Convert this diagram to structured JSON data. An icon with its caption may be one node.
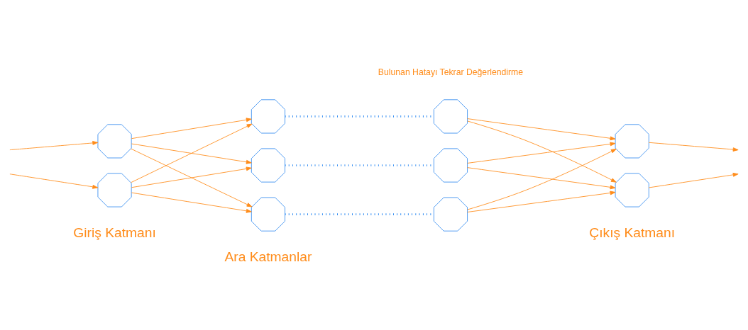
{
  "diagram": {
    "nodes": [
      {
        "text": [],
        "shape": "octagon"
      },
      {
        "text": [],
        "shape": "octagon"
      },
      {
        "text": [],
        "shape": "octagon"
      },
      {
        "text": [],
        "shape": "octagon"
      },
      {
        "text": [],
        "shape": "octagon"
      },
      {
        "text": [],
        "shape": "octagon"
      },
      {
        "text": [],
        "shape": "octagon"
      },
      {
        "text": [],
        "shape": "octagon"
      },
      {
        "text": [],
        "shape": "octagon"
      },
      {
        "text": [],
        "shape": "octagon"
      }
    ],
    "edges": [
      {
        "from": null,
        "to": 0,
        "arrow": "to"
      },
      {
        "from": null,
        "to": 1,
        "arrow": "to"
      },
      {
        "from": 0,
        "to": 2,
        "arrow": "to"
      },
      {
        "from": 0,
        "to": 3,
        "arrow": "to"
      },
      {
        "from": 0,
        "to": 4,
        "arrow": "to"
      },
      {
        "from": 1,
        "to": 2,
        "arrow": "to"
      },
      {
        "from": 1,
        "to": 3,
        "arrow": "to"
      },
      {
        "from": 1,
        "to": 4,
        "arrow": "to"
      },
      {
        "from": 2,
        "to": 5,
        "arrow": "none",
        "style": "dashed",
        "color": "#1a7ff0"
      },
      {
        "from": 3,
        "to": 6,
        "arrow": "none",
        "style": "dashed",
        "color": "#1a7ff0"
      },
      {
        "from": 4,
        "to": 7,
        "arrow": "none",
        "style": "dashed",
        "color": "#1a7ff0"
      },
      {
        "from": 5,
        "to": 8,
        "arrow": "to"
      },
      {
        "from": 5,
        "to": 9,
        "arrow": "to"
      },
      {
        "from": 6,
        "to": 8,
        "arrow": "to"
      },
      {
        "from": 6,
        "to": 9,
        "arrow": "to"
      },
      {
        "from": 7,
        "to": 8,
        "arrow": "to"
      },
      {
        "from": 7,
        "to": 9,
        "arrow": "to"
      },
      {
        "from": 8,
        "to": null,
        "arrow": "to"
      },
      {
        "from": 9,
        "to": null,
        "arrow": "to"
      }
    ],
    "labels": [
      "Bulunan Hatayı Tekrar Değerlendirme",
      "Giriş Katmanı",
      "Ara Katmanlar",
      "Çıkış Katmanı"
    ]
  }
}
